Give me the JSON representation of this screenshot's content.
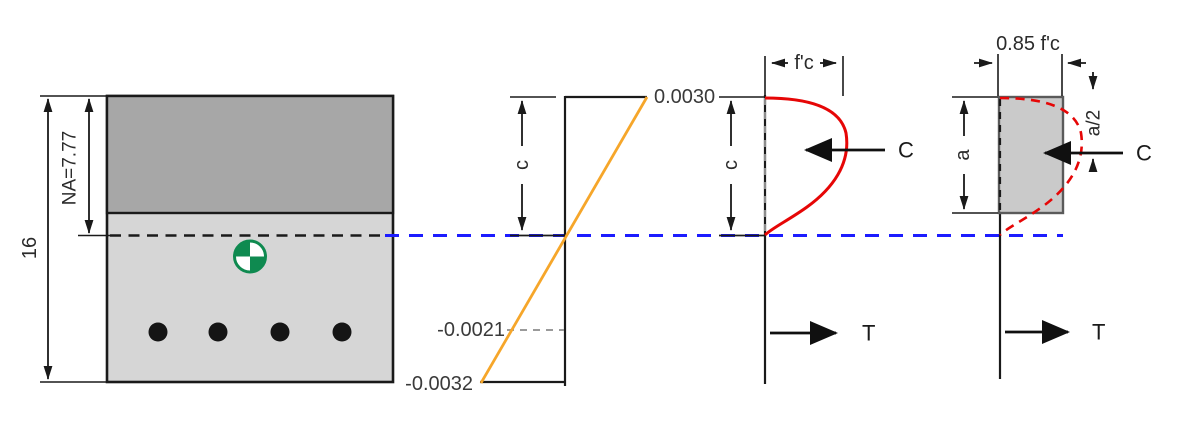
{
  "figure": {
    "description": "Reinforced concrete beam flexural analysis: cross-section, strain diagram, actual stress distribution, and equivalent rectangular (Whitney) stress block"
  },
  "colors": {
    "neutral_axis": "#1c1cff",
    "strain_line": "#f6a62a",
    "stress_curve": "#e60606",
    "centroid_green": "#0f8a50",
    "compression_zone": "#a7a7a7",
    "section_body": "#d6d6d6",
    "stress_block": "#cacaca",
    "rebar": "#151515"
  },
  "panels": {
    "cross_section": {
      "height_label": "16",
      "na_label": "NA=7.77",
      "rebar_count": 4
    },
    "strain": {
      "top_value": "0.0030",
      "yield_value": "-0.0021",
      "bottom_value": "-0.0032",
      "c_label": "c"
    },
    "stress": {
      "fc_label": "f'c",
      "c_label": "c",
      "compression_label": "C",
      "tension_label": "T"
    },
    "block": {
      "stress_label": "0.85 f'c",
      "a_label": "a",
      "a_half_label": "a/2",
      "compression_label": "C",
      "tension_label": "T"
    }
  }
}
